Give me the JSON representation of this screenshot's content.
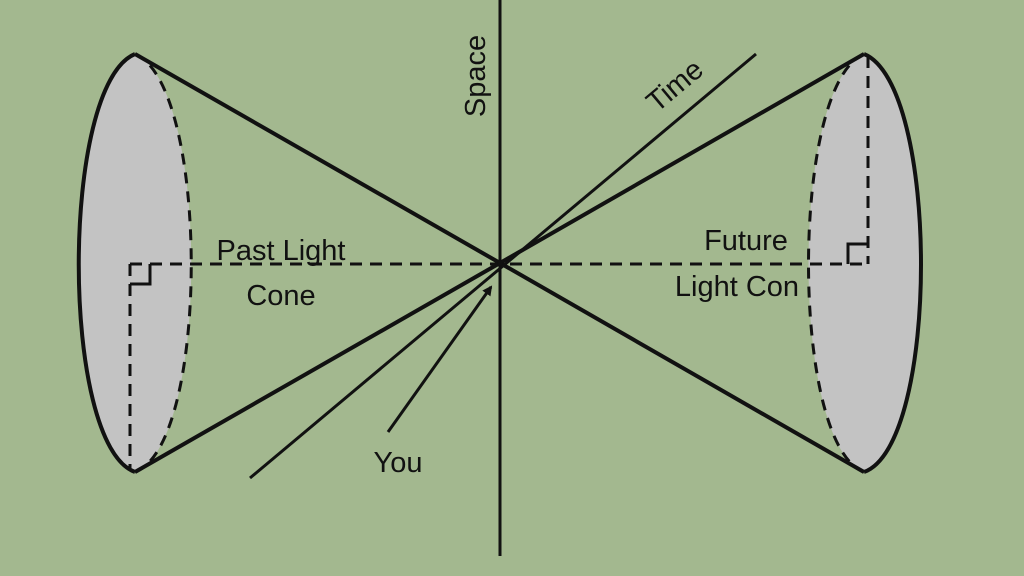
{
  "colors": {
    "background": "#a3b88f",
    "stroke": "#111111",
    "cone_base_fill": "#c3c3c3"
  },
  "labels": {
    "space_axis": "Space",
    "time_axis": "Time",
    "past_cone_line1": "Past Light",
    "past_cone_line2": "Cone",
    "future_cone_line1": "Future",
    "future_cone_line2": "Light Con",
    "observer": "You"
  }
}
